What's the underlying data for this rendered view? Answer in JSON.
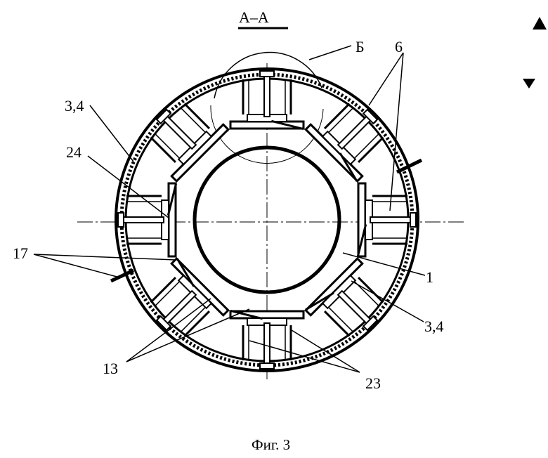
{
  "title": "А–А",
  "caption": "Фиг. 3",
  "colors": {
    "ink": "#000000",
    "paper": "#ffffff"
  },
  "labels": {
    "detail": "Б",
    "part6": "6",
    "part34_top": "3,4",
    "part24": "24",
    "part17": "17",
    "part1": "1",
    "part34_bottom": "3,4",
    "part13": "13",
    "part23": "23"
  },
  "markers": [
    "triangle-up-icon",
    "triangle-down-icon"
  ]
}
